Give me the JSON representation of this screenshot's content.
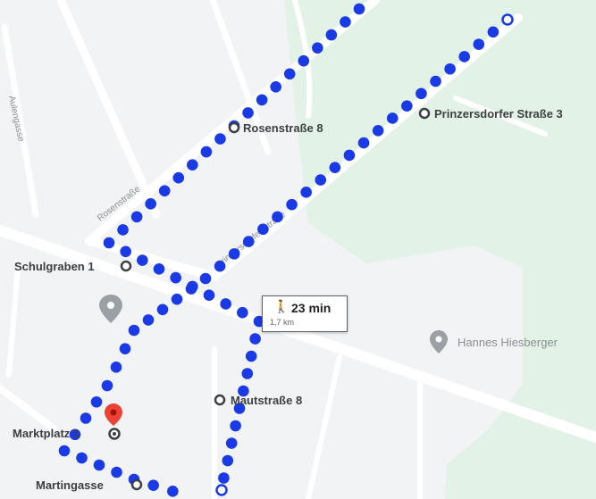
{
  "map": {
    "colors": {
      "land": "#f1f3f4",
      "park": "#e3f2e6",
      "road": "#ffffff",
      "route": "#1a3ae6",
      "pin": "#ea4335"
    },
    "places": [
      {
        "id": "rosenstrasse",
        "label": "Rosenstraße 8"
      },
      {
        "id": "prinzersdorfer",
        "label": "Prinzersdorfer Straße 3"
      },
      {
        "id": "schulgraben",
        "label": "Schulgraben 1"
      },
      {
        "id": "mautstrasse",
        "label": "Mautstraße 8"
      },
      {
        "id": "marktplatz",
        "label": "Marktplatz 1"
      },
      {
        "id": "martingasse",
        "label": "Martingasse"
      }
    ],
    "streets": {
      "rosenstrasse": "Rosenstraße",
      "prinzersdorfer": "Prinzersdorfer Straße",
      "gasse": "Aulengasse"
    },
    "poi": {
      "hannes": "Hannes Hiesberger"
    },
    "route_card": {
      "icon": "walking-icon",
      "duration": "23 min",
      "distance": "1,7 km"
    }
  }
}
